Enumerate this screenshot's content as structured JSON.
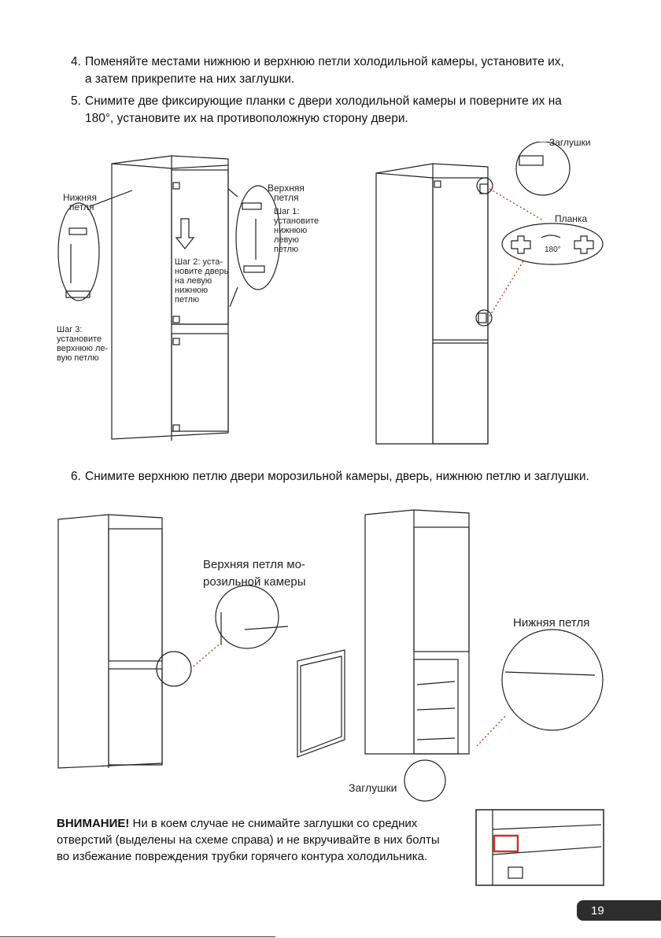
{
  "steps": [
    {
      "num": "4.",
      "line1": "Поменяйте местами нижнюю и верхнюю петли холодильной камеры, установите их,",
      "line2": "а затем прикрепите на них заглушки."
    },
    {
      "num": "5.",
      "line1": "Снимите две фиксирующие планки с двери холодильной камеры и поверните их на",
      "line2": "180°, установите их на противоположную сторону двери."
    },
    {
      "num": "6.",
      "line1": "Снимите верхнюю петлю двери морозильной камеры, дверь, нижнюю петлю и заглушки."
    }
  ],
  "fig1": {
    "lower_hinge_l1": "Нижняя",
    "lower_hinge_l2": "петля",
    "upper_hinge_l1": "Верхняя",
    "upper_hinge_l2": "петля",
    "step1": [
      "Шаг 1:",
      "установите",
      "нижнюю",
      "левую",
      "петлю"
    ],
    "step2": [
      "Шаг 2: уста-",
      "новите дверь",
      "на левую",
      "нижнюю",
      "петлю"
    ],
    "step3": [
      "Шаг 3:",
      "установите",
      "верхнюю ле-",
      "вую петлю"
    ]
  },
  "fig2": {
    "plugs": "Заглушки",
    "plank": "Планка",
    "angle": "180°"
  },
  "fig3": {
    "upper_hinge_freezer_l1": "Верхняя петля мо-",
    "upper_hinge_freezer_l2": "розильной камеры",
    "lower_hinge": "Нижняя петля",
    "plugs": "Заглушки"
  },
  "warning": {
    "title": "ВНИМАНИЕ!",
    "line1": " Ни в коем случае не снимайте заглушки со средних",
    "line2": "отверстий (выделены на схеме справа) и не вкручивайте в них болты",
    "line3": "во избежание повреждения трубки горячего контура холодильника."
  },
  "page_number": "19",
  "colors": {
    "accent": "#c0392b",
    "line": "#222222",
    "page_box": "#2d2d2d"
  }
}
